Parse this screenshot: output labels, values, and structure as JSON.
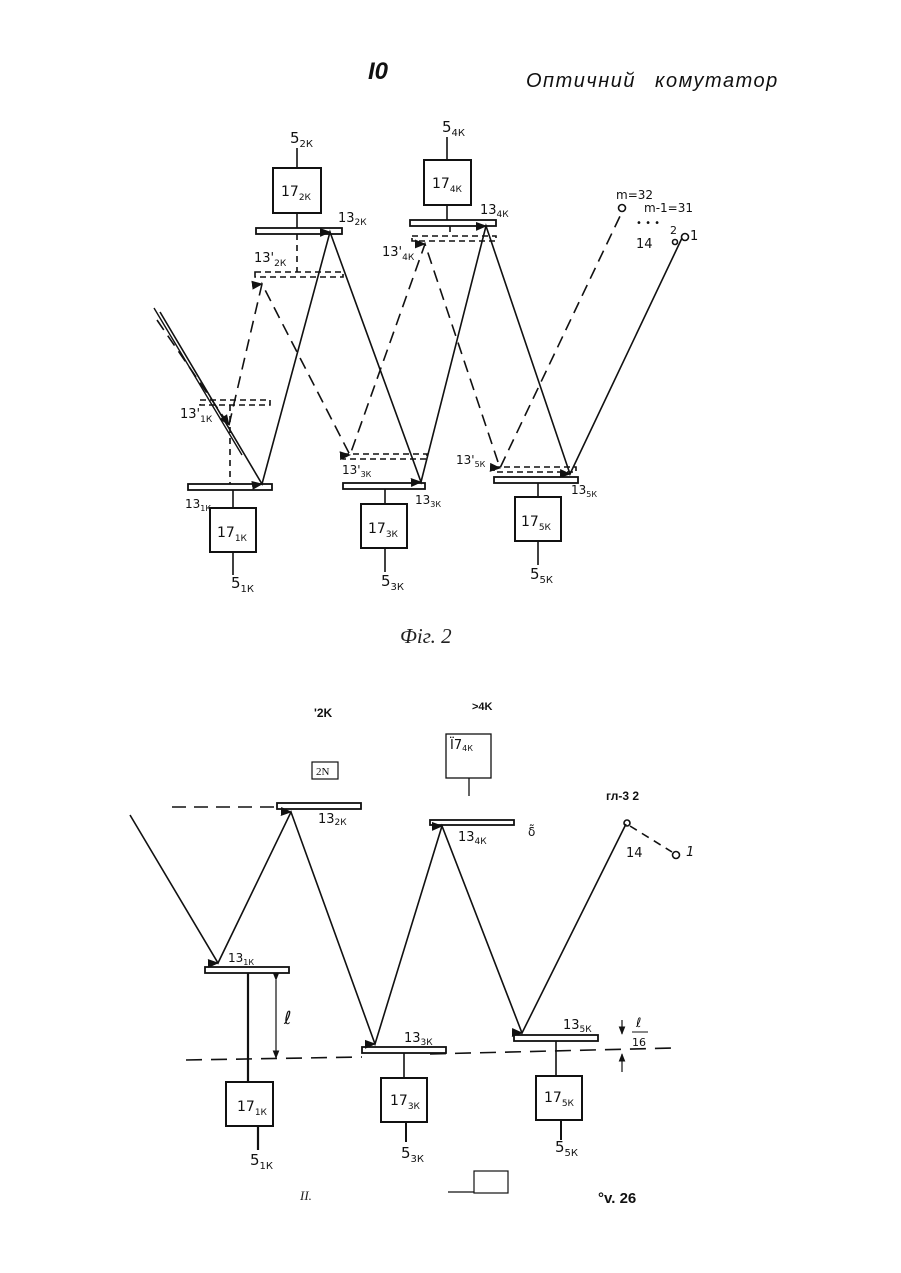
{
  "header": {
    "page_number": "I0",
    "title": "Оптичний комутатор"
  },
  "figure2": {
    "caption": "Фіг. 2",
    "labels": {
      "s2k": "5",
      "s2k_sub": "2К",
      "s4k": "5",
      "s4k_sub": "4К",
      "b17_2k": "17",
      "b17_2k_sub": "2К",
      "b17_4k": "17",
      "b17_4k_sub": "4К",
      "m13_2k": "13",
      "m13_2k_sub": "2К",
      "m13_4k": "13",
      "m13_4k_sub": "4К",
      "m13p_2k": "13'",
      "m13p_2k_sub": "2К",
      "m13p_4k": "13'",
      "m13p_4k_sub": "4К",
      "m13p_1k": "13'",
      "m13p_1k_sub": "1К",
      "m13_1k": "13",
      "m13_1k_sub": "1К",
      "m13p_3k": "13'",
      "m13p_3k_sub": "3К",
      "m13_3k": "13",
      "m13_3k_sub": "3К",
      "m13p_5k": "13'",
      "m13p_5k_sub": "5К",
      "m13_5k": "13",
      "m13_5k_sub": "5К",
      "b17_1k": "17",
      "b17_1k_sub": "1К",
      "b17_3k": "17",
      "b17_3k_sub": "3К",
      "b17_5k": "17",
      "b17_5k_sub": "5К",
      "s1k": "5",
      "s1k_sub": "1К",
      "s3k": "5",
      "s3k_sub": "3К",
      "s5k": "5",
      "s5k_sub": "5К",
      "m32": "m=32",
      "m31": "m-1=31",
      "out14": "14",
      "out2": "2",
      "out1": "1",
      "dots": "• • •"
    }
  },
  "figure3": {
    "caption": "°v. 26",
    "page_mark": "II.",
    "labels": {
      "t2k": "'2K",
      "t4k": ">4K",
      "b2n": "2N",
      "b17_4k": "Ï7",
      "b17_4k_sub": "4К",
      "m13_2k": "13",
      "m13_2k_sub": "2К",
      "m13_4k": "13",
      "m13_4k_sub": "4К",
      "side_mark": "δ̃",
      "gl32": "гл-3 2",
      "out14": "14",
      "out1": "1",
      "m13_1k": "13",
      "m13_1k_sub": "1К",
      "ell": "ℓ",
      "m13_3k": "13",
      "m13_3k_sub": "3К",
      "m13_5k": "13",
      "m13_5k_sub": "5К",
      "frac_num": "ℓ",
      "frac_den": "16",
      "b17_1k": "17",
      "b17_1k_sub": "1К",
      "b17_3k": "17",
      "b17_3k_sub": "3К",
      "b17_5k": "17",
      "b17_5k_sub": "5К",
      "s1k": "5",
      "s1k_sub": "1К",
      "s3k": "5",
      "s3k_sub": "3К",
      "s5k": "5",
      "s5k_sub": "5К"
    }
  }
}
